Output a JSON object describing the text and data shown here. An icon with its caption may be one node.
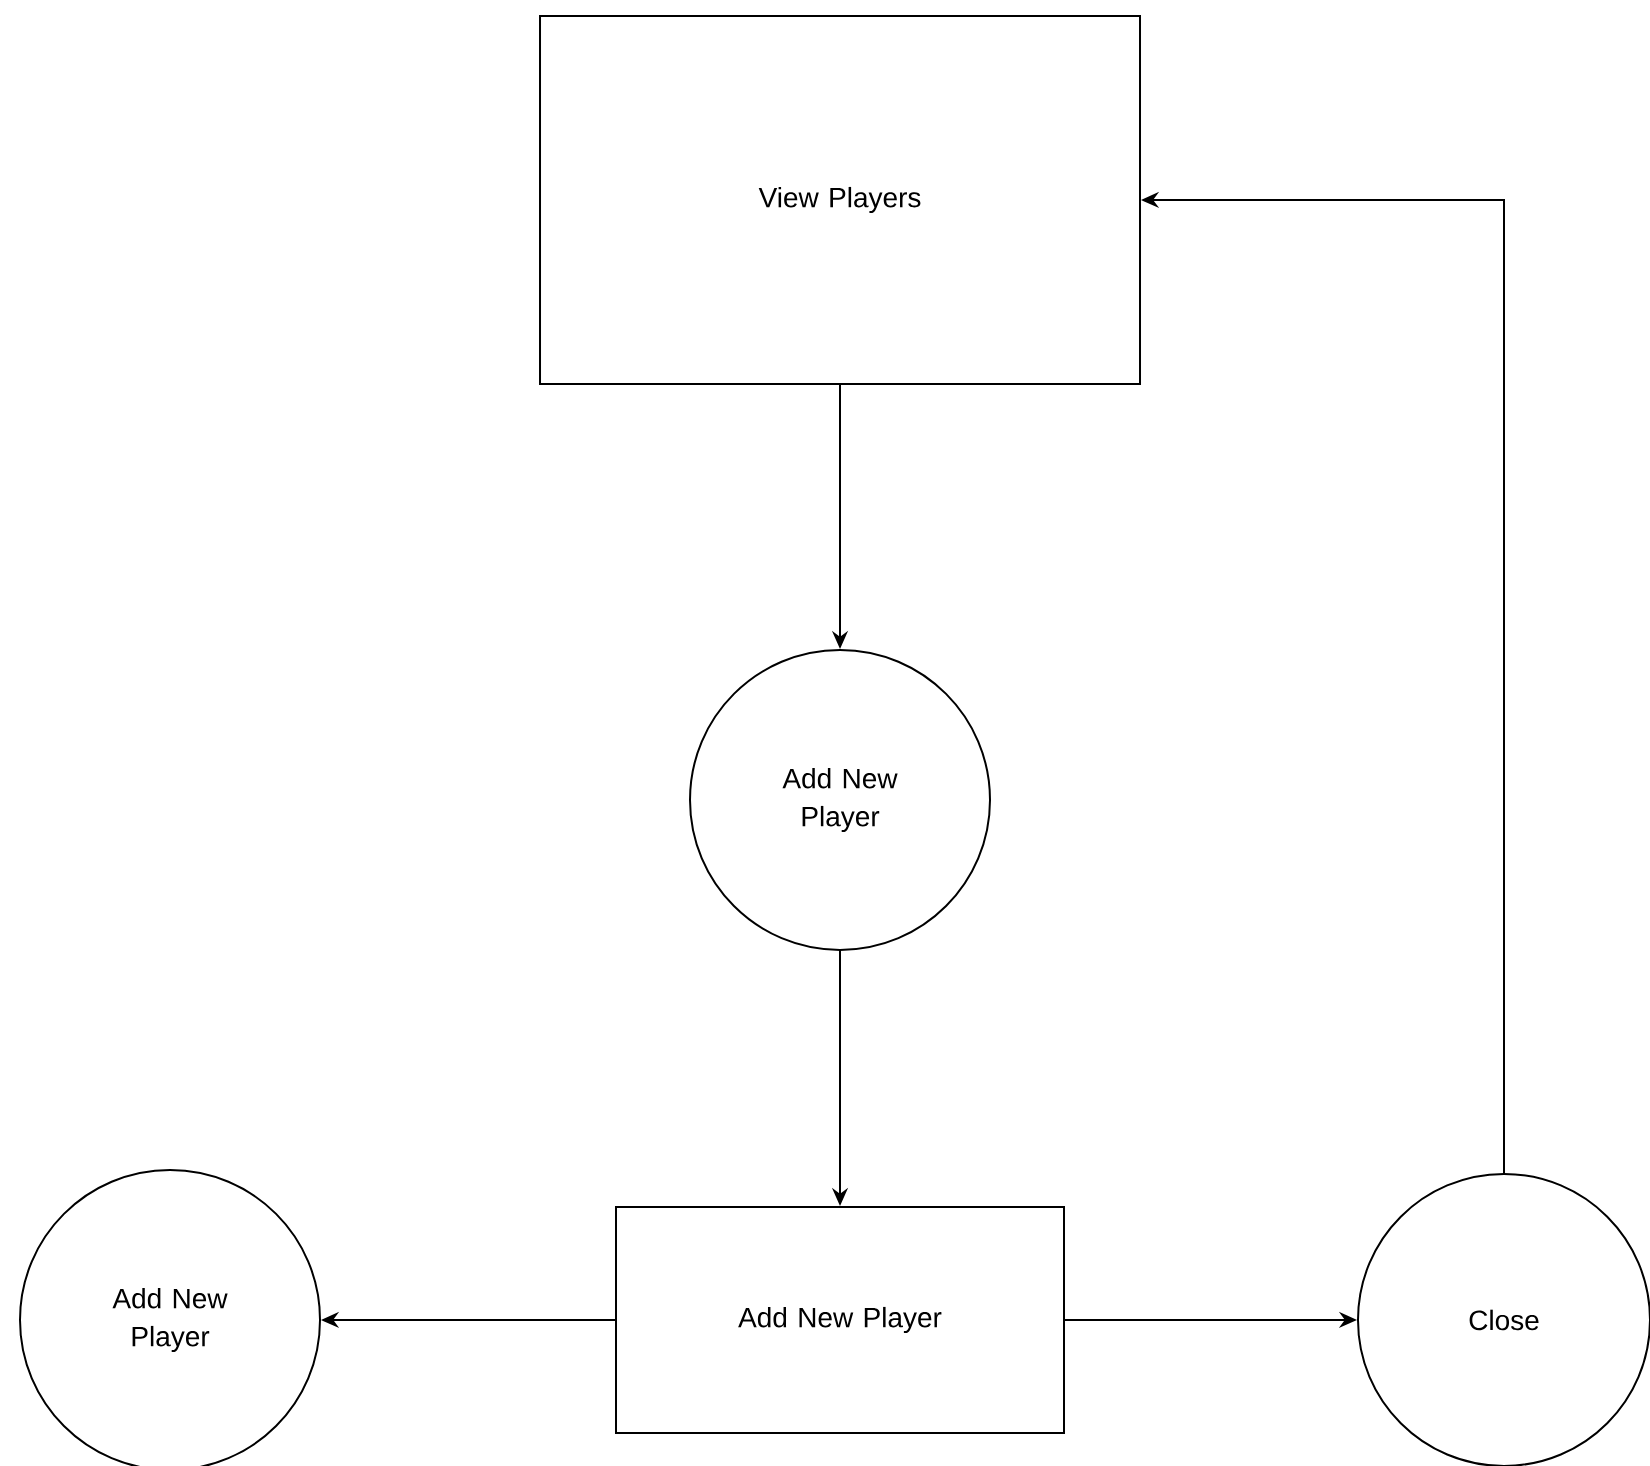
{
  "diagram": {
    "nodes": [
      {
        "text": [
          "View Players"
        ]
      },
      {
        "text": [
          "Add New Player"
        ]
      },
      {
        "text": [
          "Add New Player"
        ]
      },
      {
        "text": [
          "Add New Player"
        ]
      },
      {
        "text": [
          "Close"
        ]
      }
    ],
    "edges": [
      {
        "from": 0,
        "to": 1,
        "arrow": "to"
      },
      {
        "from": 1,
        "to": 2,
        "arrow": "to"
      },
      {
        "from": 2,
        "to": 3,
        "arrow": "to"
      },
      {
        "from": 2,
        "to": 4,
        "arrow": "to"
      },
      {
        "from": 4,
        "to": 0,
        "arrow": "to"
      }
    ]
  }
}
